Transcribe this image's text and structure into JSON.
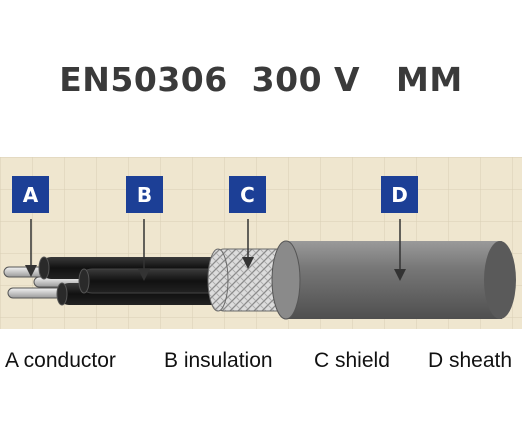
{
  "title": "EN50306  300 V   MM",
  "badges": [
    {
      "letter": "A"
    },
    {
      "letter": "B"
    },
    {
      "letter": "C"
    },
    {
      "letter": "D"
    }
  ],
  "captions": [
    {
      "text": "A conductor"
    },
    {
      "text": "B insulation"
    },
    {
      "text": "C shield"
    },
    {
      "text": "D sheath"
    }
  ],
  "colors": {
    "background_grid": "#efe7d0",
    "badge": "#1c3f96",
    "conductor": "#d9d9d9",
    "insulation": "#1a1a1a",
    "shield": "#c8c8c8",
    "sheath": "#6e6e6e"
  }
}
